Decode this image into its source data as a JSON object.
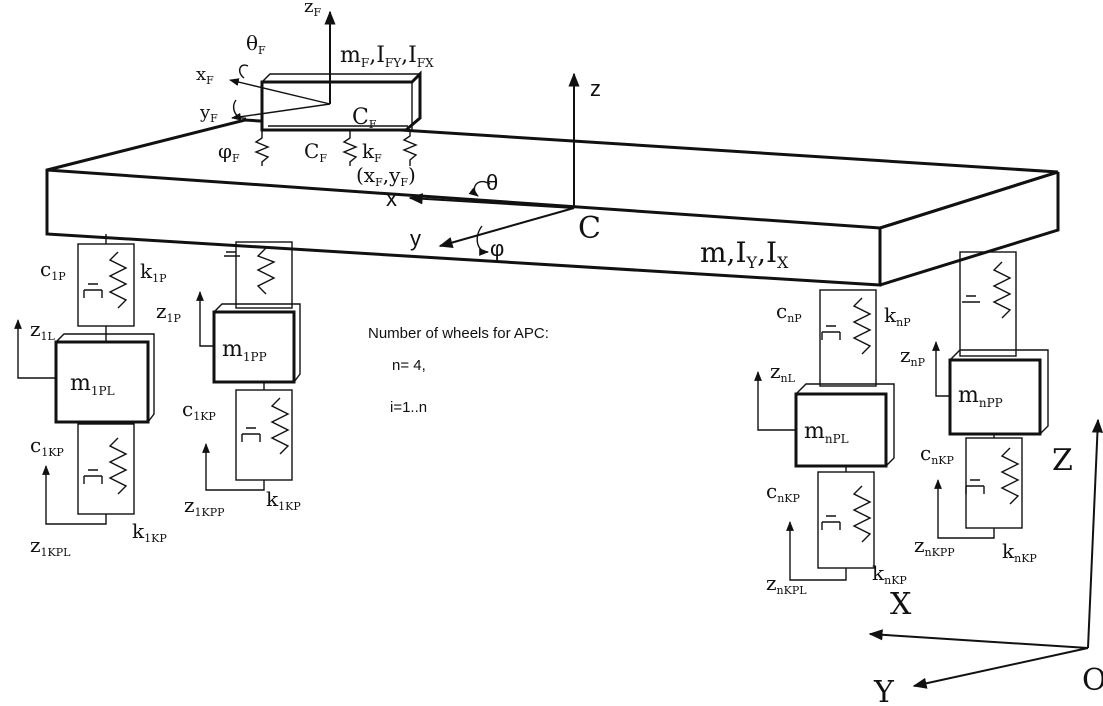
{
  "body": {
    "mass_label": "m,I",
    "mass_sub_y": "Y",
    "mass_sub_x": "X",
    "center_label": "C",
    "axis_z": "z",
    "axis_x": "x",
    "axis_y": "y",
    "theta": "θ",
    "phi": "φ"
  },
  "seat": {
    "label": "m",
    "label_tail": "F",
    "i_fy": "I",
    "i_fy_sub": "FY",
    "i_fx": "I",
    "i_fx_sub": "FX",
    "z_axis": "z",
    "z_sub": "F",
    "x_axis": "x",
    "x_sub": "F",
    "y_axis": "y",
    "y_sub": "F",
    "theta": "θ",
    "theta_sub": "F",
    "phi": "φ",
    "phi_sub": "F",
    "center": "C",
    "center_sub": "F",
    "damper": "C",
    "damper_sub": "F",
    "spring": "k",
    "spring_sub": "F",
    "position": "(x",
    "position_sub_x": "F",
    "position_mid": ",y",
    "position_sub_y": "F",
    "position_end": ")"
  },
  "info": {
    "line1": "Number of wheels for APC:",
    "line2": "n= 4,",
    "line3": "i=1..n"
  },
  "global_axes": {
    "Z": "Z",
    "X": "X",
    "Y": "Y",
    "O": "O"
  },
  "labels": {
    "c1P": "c",
    "c1P_sub": "1P",
    "k1P": "k",
    "k1P_sub": "1P",
    "z1L": "z",
    "z1L_sub": "1L",
    "z1P": "z",
    "z1P_sub": "1P",
    "m1PL": "m",
    "m1PL_sub": "1PL",
    "m1PP": "m",
    "m1PP_sub": "1PP",
    "c1KP_left": "c",
    "c1KP_left_sub": "1KP",
    "c1KP_right": "c",
    "c1KP_right_sub": "1KP",
    "k1KP_left": "k",
    "k1KP_left_sub": "1KP",
    "k1KP_right": "k",
    "k1KP_right_sub": "1KP",
    "z1KPL": "z",
    "z1KPL_sub": "1KPL",
    "z1KPP": "z",
    "z1KPP_sub": "1KPP",
    "cnP": "c",
    "cnP_sub": "nP",
    "knP": "k",
    "knP_sub": "nP",
    "znL": "z",
    "znL_sub": "nL",
    "znP": "z",
    "znP_sub": "nP",
    "mnPL": "m",
    "mnPL_sub": "nPL",
    "mnPP": "m",
    "mnPP_sub": "nPP",
    "cnKP_left": "c",
    "cnKP_left_sub": "nKP",
    "cnKP_right": "c",
    "cnKP_right_sub": "nKP",
    "knKP_left": "k",
    "knKP_left_sub": "nKP",
    "knKP_right": "k",
    "knKP_right_sub": "nKP",
    "znKPL": "z",
    "znKPL_sub": "nKPL",
    "znKPP": "z",
    "znKPP_sub": "nKPP"
  }
}
